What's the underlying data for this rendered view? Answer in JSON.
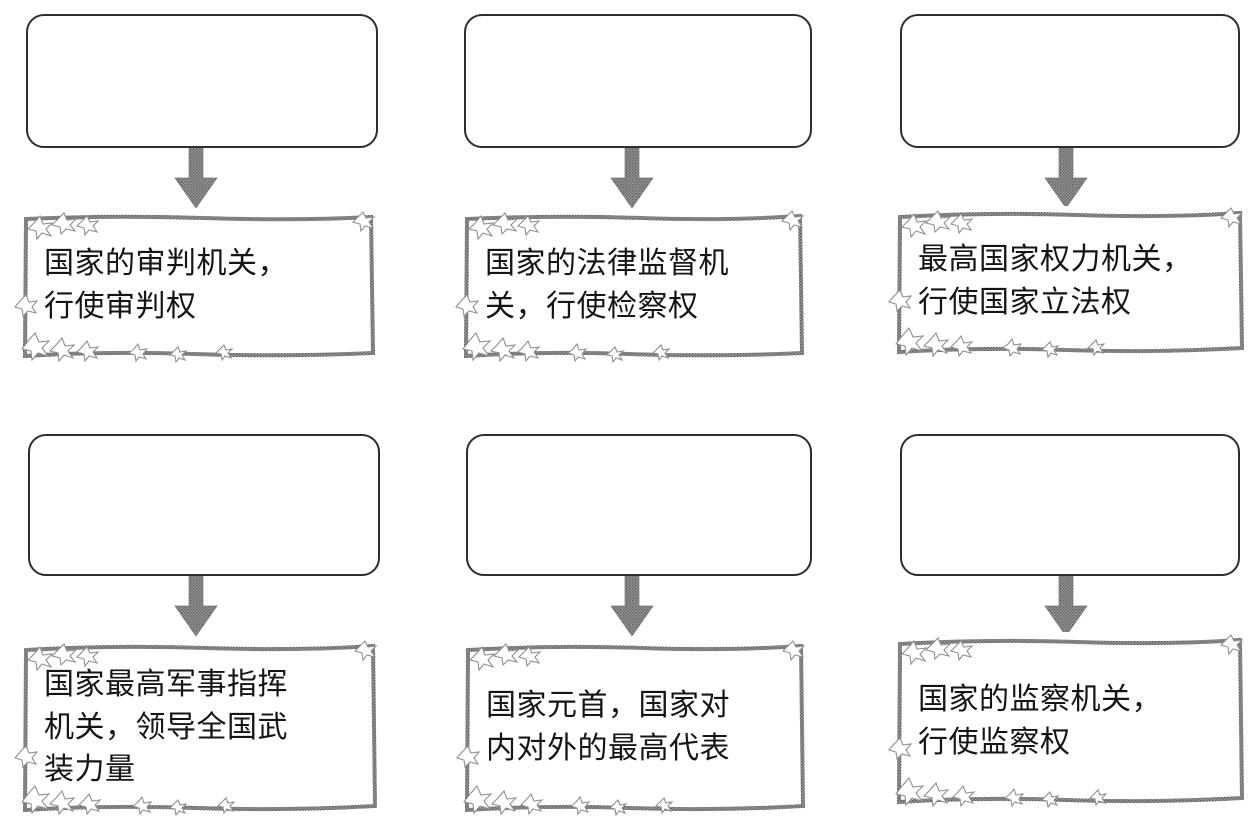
{
  "page": {
    "kind": "worksheet-diagram",
    "title": "",
    "background_color": "#ffffff",
    "columns": 3,
    "rows": 2
  },
  "style": {
    "blank_box_border_color": "#2e2e2e",
    "caption_frame_color": "#8f8f8f",
    "arrow_color": "#8a8a8a",
    "text_color": "#151515"
  },
  "cells": [
    {
      "id": "cell-1",
      "row": 1,
      "column": 1,
      "blank_label": "",
      "arrow": "down-arrow",
      "caption": "国家的审判机关，\n行使审判权",
      "caption_lines": [
        "国家的审判机关，",
        "行使审判权"
      ]
    },
    {
      "id": "cell-2",
      "row": 1,
      "column": 2,
      "blank_label": "",
      "arrow": "down-arrow",
      "caption": "国家的法律监督机\n关，行使检察权",
      "caption_lines": [
        "国家的法律监督机",
        "关，行使检察权"
      ]
    },
    {
      "id": "cell-3",
      "row": 1,
      "column": 3,
      "blank_label": "",
      "arrow": "down-arrow",
      "caption": "最高国家权力机关，\n行使国家立法权",
      "caption_lines": [
        "最高国家权力机关，",
        "行使国家立法权"
      ]
    },
    {
      "id": "cell-4",
      "row": 2,
      "column": 1,
      "blank_label": "",
      "arrow": "down-arrow",
      "caption": "国家最高军事指挥\n机关，领导全国武\n装力量",
      "caption_lines": [
        "国家最高军事指挥",
        "机关，领导全国武",
        "装力量"
      ]
    },
    {
      "id": "cell-5",
      "row": 2,
      "column": 2,
      "blank_label": "",
      "arrow": "down-arrow",
      "caption": "国家元首，国家对\n内对外的最高代表",
      "caption_lines": [
        "国家元首，国家对",
        "内对外的最高代表"
      ]
    },
    {
      "id": "cell-6",
      "row": 2,
      "column": 3,
      "blank_label": "",
      "arrow": "down-arrow",
      "caption": "国家的监察机关，\n行使监察权",
      "caption_lines": [
        "国家的监察机关，",
        "行使监察权"
      ]
    }
  ]
}
